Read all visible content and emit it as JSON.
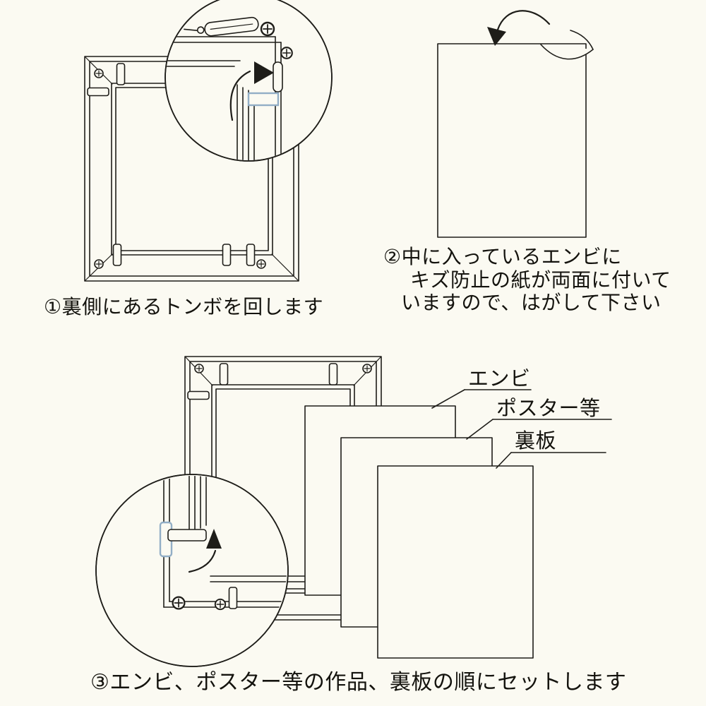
{
  "page": {
    "background_color": "#fbfaf2",
    "ink_color": "#1e1d19",
    "highlight_color": "#92aec6"
  },
  "steps": [
    {
      "caption": "①裏側にあるトンボを回します"
    },
    {
      "caption_line1": "②中に入っているエンビに",
      "caption_line2": "キズ防止の紙が両面に付いて",
      "caption_line3": "いますので、はがして下さい"
    },
    {
      "caption": "③エンビ、ポスター等の作品、裏板の順にセットします"
    }
  ],
  "labels": {
    "sheet1": "エンビ",
    "sheet2": "ポスター等",
    "sheet3": "裏板"
  }
}
